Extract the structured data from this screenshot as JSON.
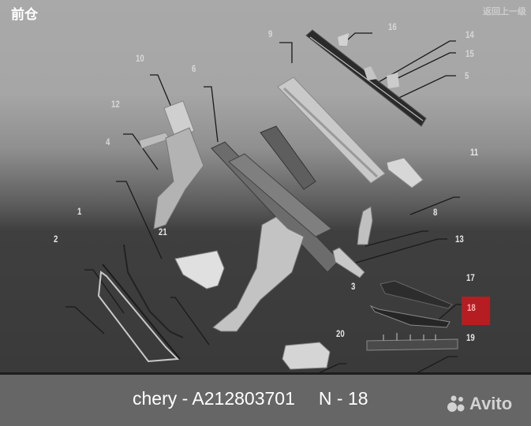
{
  "header": {
    "title": "前仓",
    "back_link": "返回上一级"
  },
  "diagram": {
    "highlight_color": "#b51d22",
    "selected_callout": "18",
    "callouts": [
      {
        "id": "c1",
        "label": "1"
      },
      {
        "id": "c2",
        "label": "2"
      },
      {
        "id": "c3",
        "label": "3"
      },
      {
        "id": "c4",
        "label": "4"
      },
      {
        "id": "c5",
        "label": "5"
      },
      {
        "id": "c6",
        "label": "6"
      },
      {
        "id": "c8",
        "label": "8"
      },
      {
        "id": "c9",
        "label": "9"
      },
      {
        "id": "c10",
        "label": "10"
      },
      {
        "id": "c11",
        "label": "11"
      },
      {
        "id": "c12",
        "label": "12"
      },
      {
        "id": "c13",
        "label": "13"
      },
      {
        "id": "c14",
        "label": "14"
      },
      {
        "id": "c15",
        "label": "15"
      },
      {
        "id": "c16",
        "label": "16"
      },
      {
        "id": "c17",
        "label": "17"
      },
      {
        "id": "c18",
        "label": "18"
      },
      {
        "id": "c19",
        "label": "19"
      },
      {
        "id": "c20",
        "label": "20"
      },
      {
        "id": "c21",
        "label": "21"
      }
    ]
  },
  "caption": {
    "text": "chery - A212803701",
    "number": "N - 18"
  },
  "watermark": {
    "brand": "Avito",
    "icon": "avito-dots-icon"
  }
}
